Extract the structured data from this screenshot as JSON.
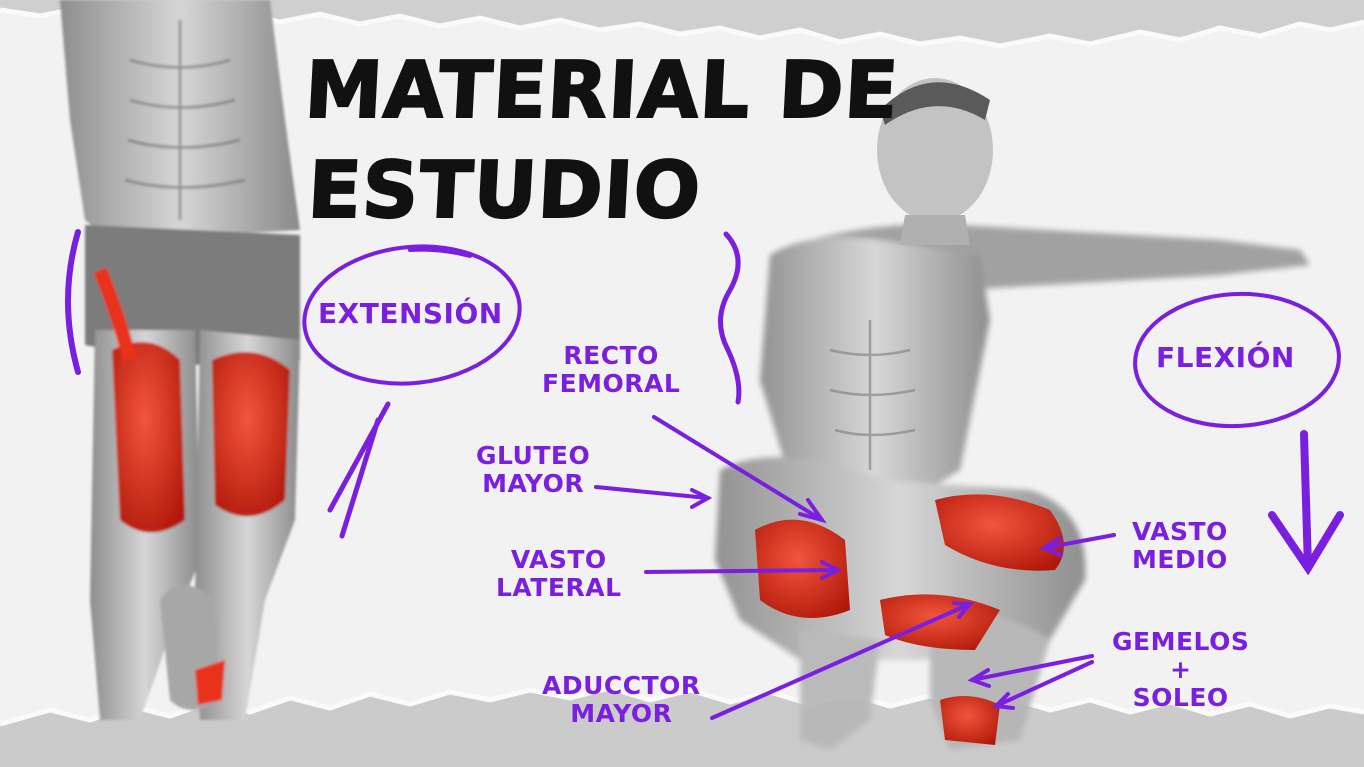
{
  "title": {
    "line1": "MATERIAL DE",
    "line2": "ESTUDIO"
  },
  "phases": {
    "extension": "EXTENSIÓN",
    "flexion": "FLEXIÓN"
  },
  "labels": {
    "recto_femoral": [
      "RECTO",
      "FEMORAL"
    ],
    "gluteo_mayor": [
      "GLUTEO",
      "MAYOR"
    ],
    "vasto_lateral": [
      "VASTO",
      "LATERAL"
    ],
    "aductor_mayor": [
      "ADUCCTOR",
      "MAYOR"
    ],
    "vasto_medio": [
      "VASTO",
      "MEDIO"
    ],
    "gemelos_soleo": [
      "GEMELOS",
      "+",
      "SOLEO"
    ]
  },
  "colors": {
    "annotation": "#7a1fe0",
    "muscle_highlight": "#e8321c",
    "figure": "#9a9a9a",
    "title": "#111111",
    "paper": "#f2f2f2"
  },
  "icons": [
    "down-arrow-icon"
  ]
}
